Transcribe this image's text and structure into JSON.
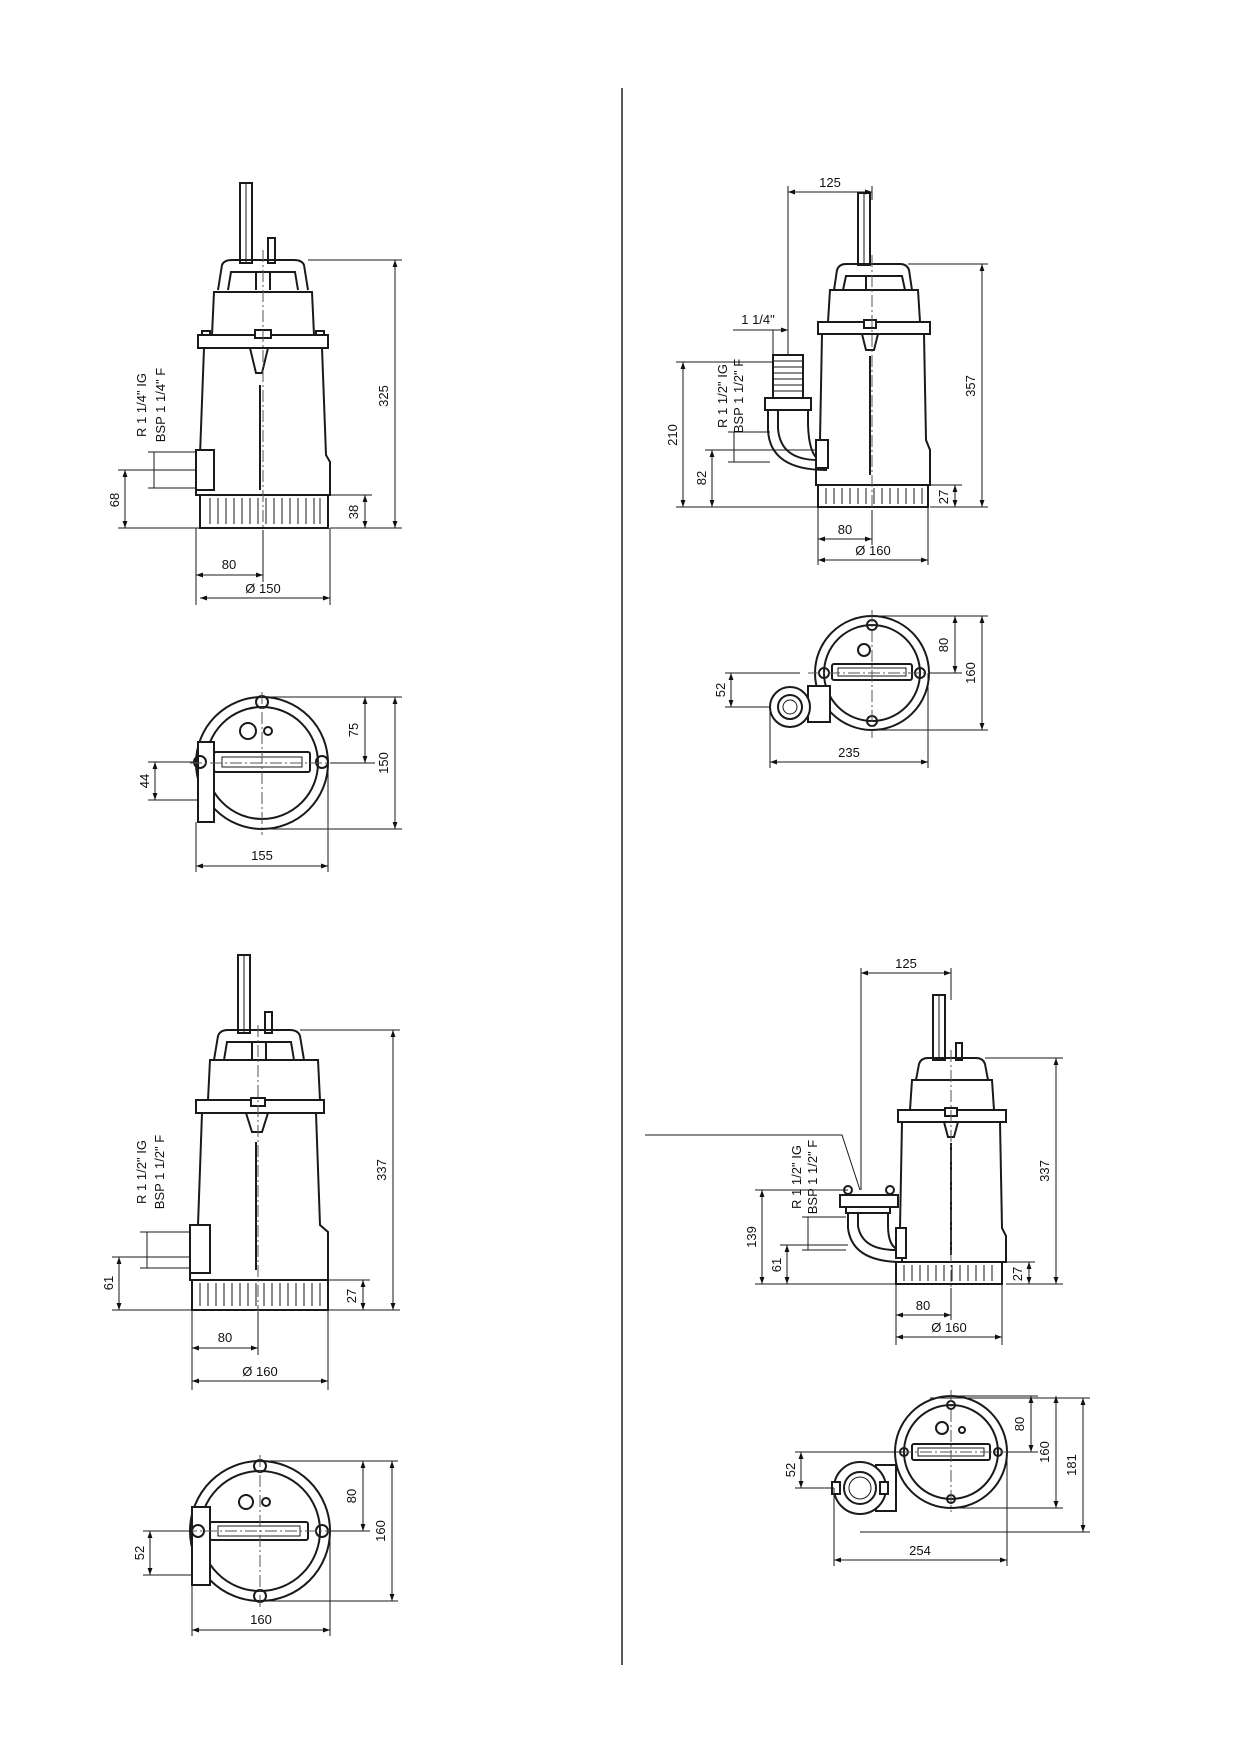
{
  "views": {
    "pump_a": {
      "side": {
        "height": "325",
        "outlet_height": "68",
        "base_height": "38",
        "offset": "80",
        "diameter": "Ø 150",
        "thread_r": "R 1 1/4\" IG",
        "thread_bsp": "BSP 1 1/4\" F"
      },
      "top": {
        "half": "75",
        "total": "150",
        "outlet": "44",
        "width": "155"
      }
    },
    "pump_b": {
      "side": {
        "height": "337",
        "outlet_height": "61",
        "base_height": "27",
        "offset": "80",
        "diameter": "Ø 160",
        "thread_r": "R 1 1/2\" IG",
        "thread_bsp": "BSP 1 1/2\" F"
      },
      "top": {
        "half": "80",
        "total": "160",
        "outlet": "52",
        "width": "160"
      }
    },
    "pump_c": {
      "side": {
        "reach": "125",
        "hose": "1 1/4\"",
        "height": "357",
        "h_upper": "210",
        "h_lower": "82",
        "base_height": "27",
        "offset": "80",
        "diameter": "Ø 160",
        "thread_r": "R 1 1/2\" IG",
        "thread_bsp": "BSP 1 1/2\" F"
      },
      "top": {
        "half": "80",
        "total": "160",
        "outlet": "52",
        "width": "235"
      }
    },
    "pump_d": {
      "side": {
        "reach": "125",
        "height": "337",
        "h_upper": "139",
        "h_lower": "61",
        "base_height": "27",
        "offset": "80",
        "diameter": "Ø 160",
        "thread_r": "R 1 1/2\" IG",
        "thread_bsp": "BSP 1 1/2\" F"
      },
      "top": {
        "half": "80",
        "total": "160",
        "overall": "181",
        "outlet": "52",
        "width": "254"
      }
    }
  }
}
